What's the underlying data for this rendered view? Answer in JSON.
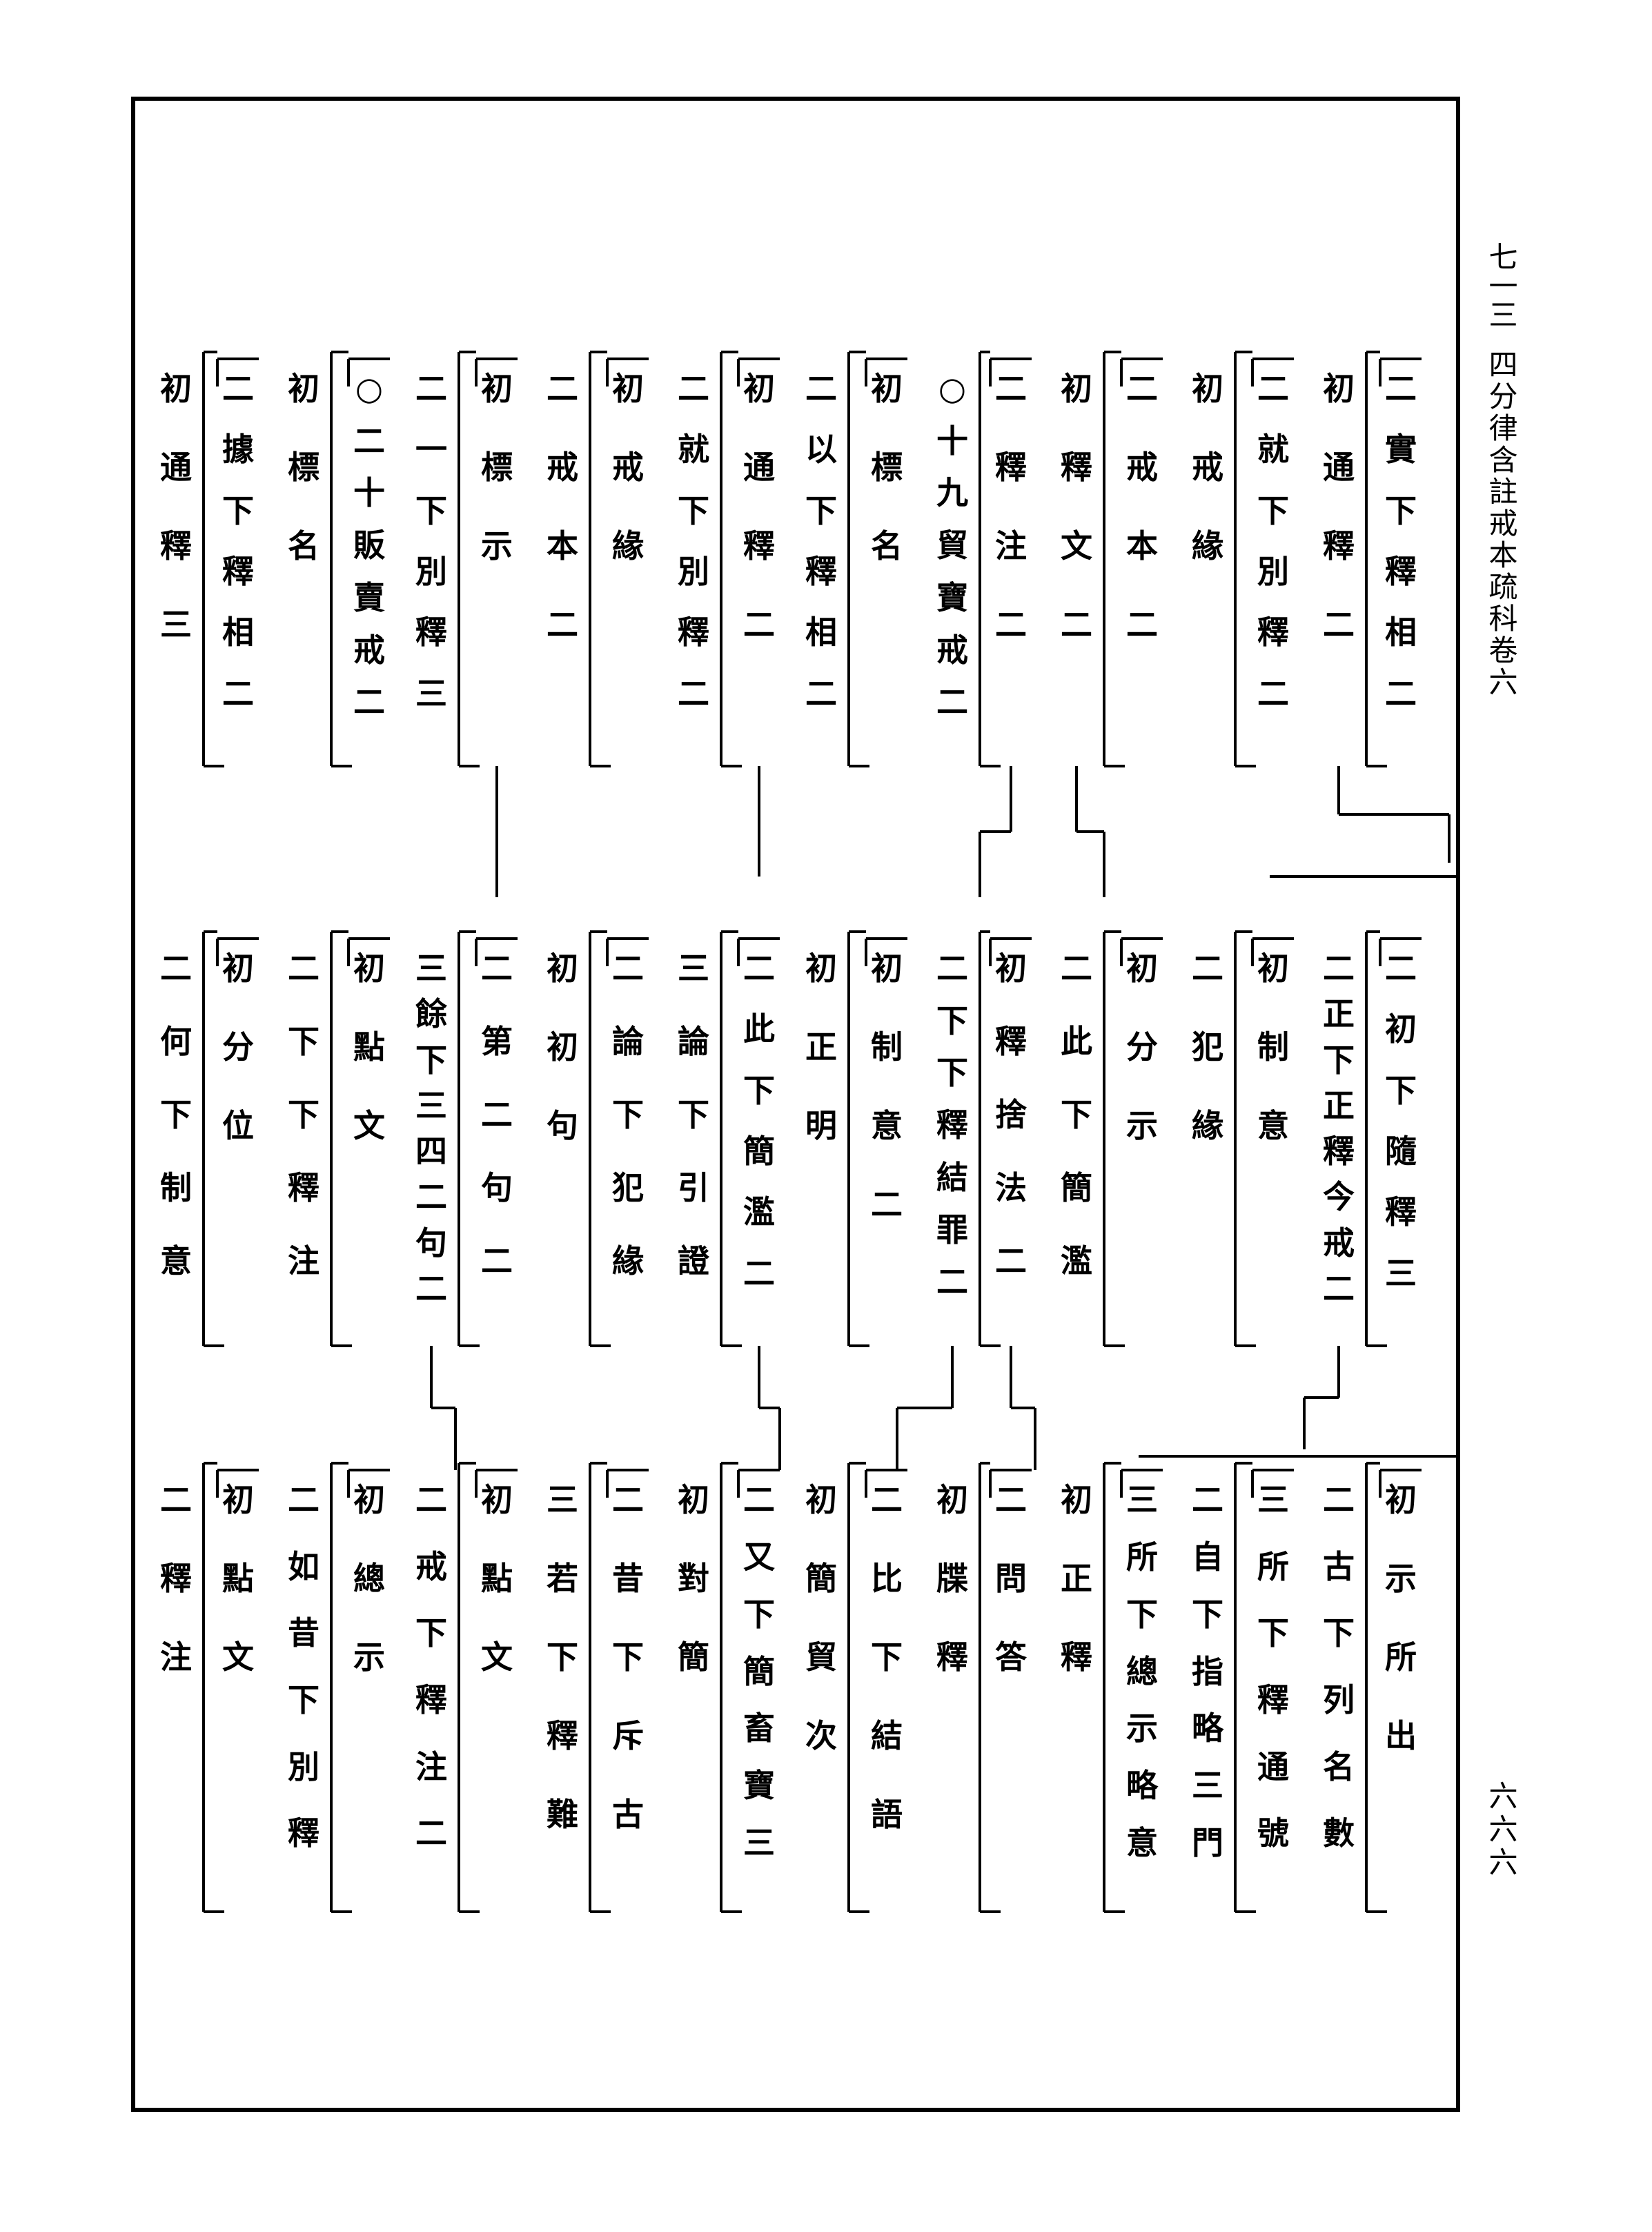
{
  "header": {
    "page_code": "七一三",
    "book_title": "四分律含註戒本疏科卷六"
  },
  "page_number": "六六六",
  "tiers": [
    {
      "name": "tier-1",
      "columns": [
        [
          "二",
          "實",
          "下",
          "釋",
          "相",
          "二"
        ],
        [
          "初",
          "通",
          "釋",
          "二"
        ],
        [
          "二",
          "就",
          "下",
          "別",
          "釋",
          "二"
        ],
        [
          "初",
          "戒",
          "緣"
        ],
        [
          "二",
          "戒",
          "本",
          "二"
        ],
        [
          "初",
          "釋",
          "文",
          "二"
        ],
        [
          "二",
          "釋",
          "注",
          "二"
        ],
        [
          "○",
          "十",
          "九",
          "貿",
          "寶",
          "戒",
          "二"
        ],
        [
          "初",
          "標",
          "名"
        ],
        [
          "二",
          "以",
          "下",
          "釋",
          "相",
          "二"
        ],
        [
          "初",
          "通",
          "釋",
          "二"
        ],
        [
          "二",
          "就",
          "下",
          "別",
          "釋",
          "二"
        ],
        [
          "初",
          "戒",
          "緣"
        ],
        [
          "二",
          "戒",
          "本",
          "二"
        ],
        [
          "初",
          "標",
          "示"
        ],
        [
          "二",
          "一",
          "下",
          "別",
          "釋",
          "三"
        ],
        [
          "○",
          "二",
          "十",
          "販",
          "賣",
          "戒",
          "二"
        ],
        [
          "初",
          "標",
          "名"
        ],
        [
          "二",
          "據",
          "下",
          "釋",
          "相",
          "二"
        ],
        [
          "初",
          "通",
          "釋",
          "三"
        ]
      ]
    },
    {
      "name": "tier-2",
      "columns": [
        [
          "二",
          "初",
          "下",
          "隨",
          "釋",
          "三"
        ],
        [
          "二",
          "正",
          "下",
          "正",
          "釋",
          "今",
          "戒",
          "二"
        ],
        [
          "初",
          "制",
          "意"
        ],
        [
          "二",
          "犯",
          "緣"
        ],
        [
          "初",
          "分",
          "示"
        ],
        [
          "二",
          "此",
          "下",
          "簡",
          "濫"
        ],
        [
          "初",
          "釋",
          "捨",
          "法",
          "二"
        ],
        [
          "二",
          "下",
          "下",
          "釋",
          "結",
          "罪",
          "二"
        ],
        [
          "初",
          "制",
          "意",
          "二"
        ],
        [
          "初",
          "正",
          "明"
        ],
        [
          "二",
          "此",
          "下",
          "簡",
          "濫",
          "二"
        ],
        [
          "三",
          "論",
          "下",
          "引",
          "證"
        ],
        [
          "二",
          "論",
          "下",
          "犯",
          "緣"
        ],
        [
          "初",
          "初",
          "句"
        ],
        [
          "二",
          "第",
          "二",
          "句",
          "二"
        ],
        [
          "三",
          "餘",
          "下",
          "三",
          "四",
          "二",
          "句",
          "二"
        ],
        [
          "初",
          "點",
          "文"
        ],
        [
          "二",
          "下",
          "下",
          "釋",
          "注"
        ],
        [
          "初",
          "分",
          "位"
        ],
        [
          "二",
          "何",
          "下",
          "制",
          "意"
        ]
      ]
    },
    {
      "name": "tier-3",
      "columns": [
        [
          "初",
          "示",
          "所",
          "出"
        ],
        [
          "二",
          "古",
          "下",
          "列",
          "名",
          "數"
        ],
        [
          "三",
          "所",
          "下",
          "釋",
          "通",
          "號"
        ],
        [
          "二",
          "自",
          "下",
          "指",
          "略",
          "三",
          "門"
        ],
        [
          "三",
          "所",
          "下",
          "總",
          "示",
          "略",
          "意"
        ],
        [
          "初",
          "正",
          "釋"
        ],
        [
          "二",
          "問",
          "答"
        ],
        [
          "初",
          "牒",
          "釋"
        ],
        [
          "二",
          "比",
          "下",
          "結",
          "語"
        ],
        [
          "初",
          "簡",
          "貿",
          "次"
        ],
        [
          "二",
          "又",
          "下",
          "簡",
          "畜",
          "寶",
          "三"
        ],
        [
          "初",
          "對",
          "簡"
        ],
        [
          "二",
          "昔",
          "下",
          "斥",
          "古"
        ],
        [
          "三",
          "若",
          "下",
          "釋",
          "難"
        ],
        [
          "初",
          "點",
          "文"
        ],
        [
          "二",
          "戒",
          "下",
          "釋",
          "注",
          "二"
        ],
        [
          "初",
          "總",
          "示"
        ],
        [
          "二",
          "如",
          "昔",
          "下",
          "別",
          "釋"
        ],
        [
          "初",
          "點",
          "文"
        ],
        [
          "二",
          "釋",
          "注"
        ]
      ]
    }
  ]
}
